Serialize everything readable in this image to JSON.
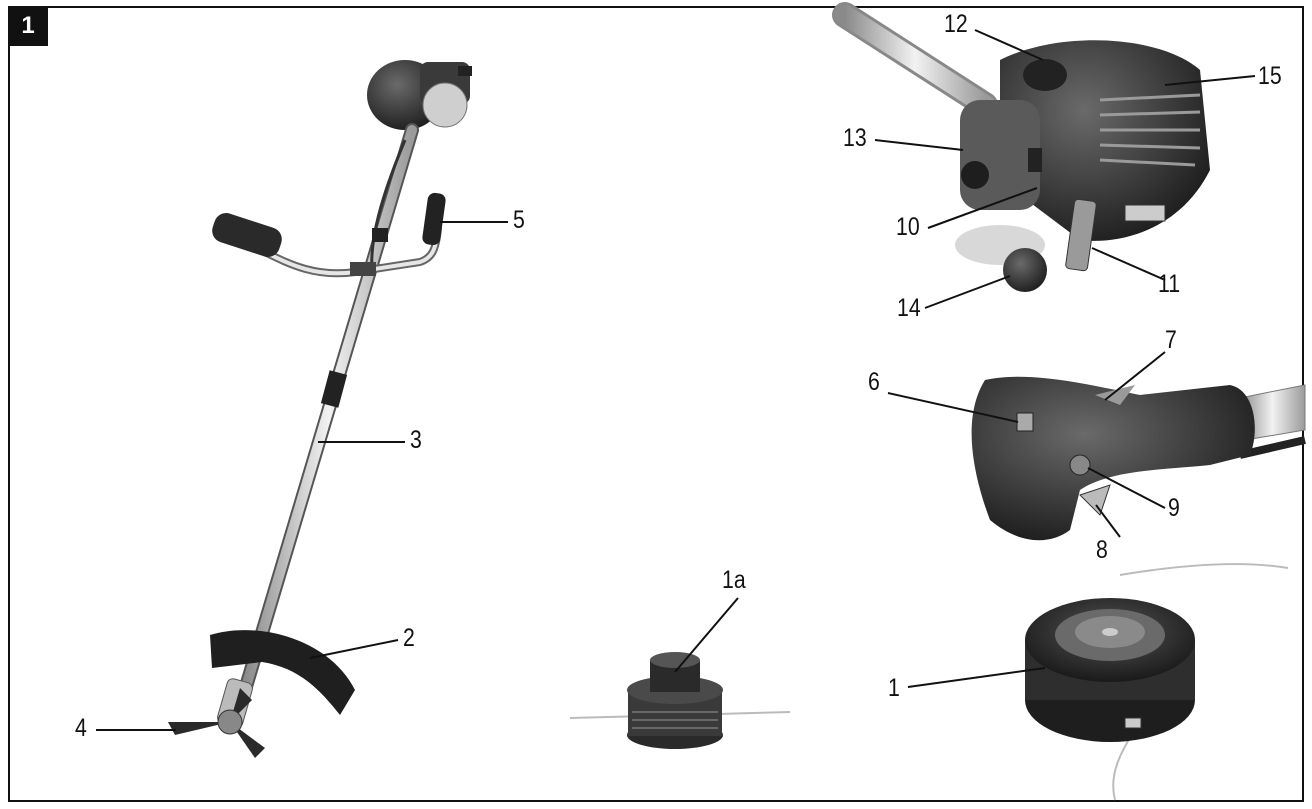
{
  "figure_number": "1",
  "callouts": [
    {
      "id": "c1",
      "label": "1"
    },
    {
      "id": "c1a",
      "label": "1a"
    },
    {
      "id": "c2",
      "label": "2"
    },
    {
      "id": "c3",
      "label": "3"
    },
    {
      "id": "c4",
      "label": "4"
    },
    {
      "id": "c5",
      "label": "5"
    },
    {
      "id": "c6",
      "label": "6"
    },
    {
      "id": "c7",
      "label": "7"
    },
    {
      "id": "c8",
      "label": "8"
    },
    {
      "id": "c9",
      "label": "9"
    },
    {
      "id": "c10",
      "label": "10"
    },
    {
      "id": "c11",
      "label": "11"
    },
    {
      "id": "c12",
      "label": "12"
    },
    {
      "id": "c13",
      "label": "13"
    },
    {
      "id": "c14",
      "label": "14"
    },
    {
      "id": "c15",
      "label": "15"
    }
  ]
}
